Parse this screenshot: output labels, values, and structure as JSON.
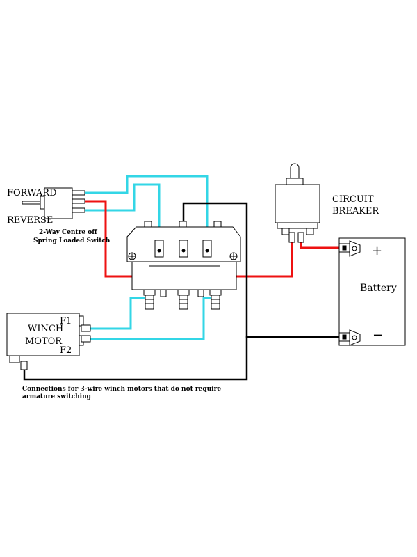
{
  "labels": {
    "forward": "FORWARD",
    "reverse": "REVERSE",
    "switch_line1": "2-Way Centre off",
    "switch_line2": "Spring Loaded Switch",
    "breaker_line1": "CIRCUIT",
    "breaker_line2": "BREAKER",
    "battery": "Battery",
    "battery_plus": "+",
    "battery_minus": "−",
    "motor_line1": "WINCH",
    "motor_line2": "MOTOR",
    "motor_f1": "F1",
    "motor_f2": "F2",
    "note_line1": "Connections for 3-wire winch motors that do not require",
    "note_line2": "armature switching"
  },
  "colors": {
    "power": "#ee1111",
    "control": "#33d6e6",
    "ground": "#000000",
    "outline": "#000000"
  }
}
